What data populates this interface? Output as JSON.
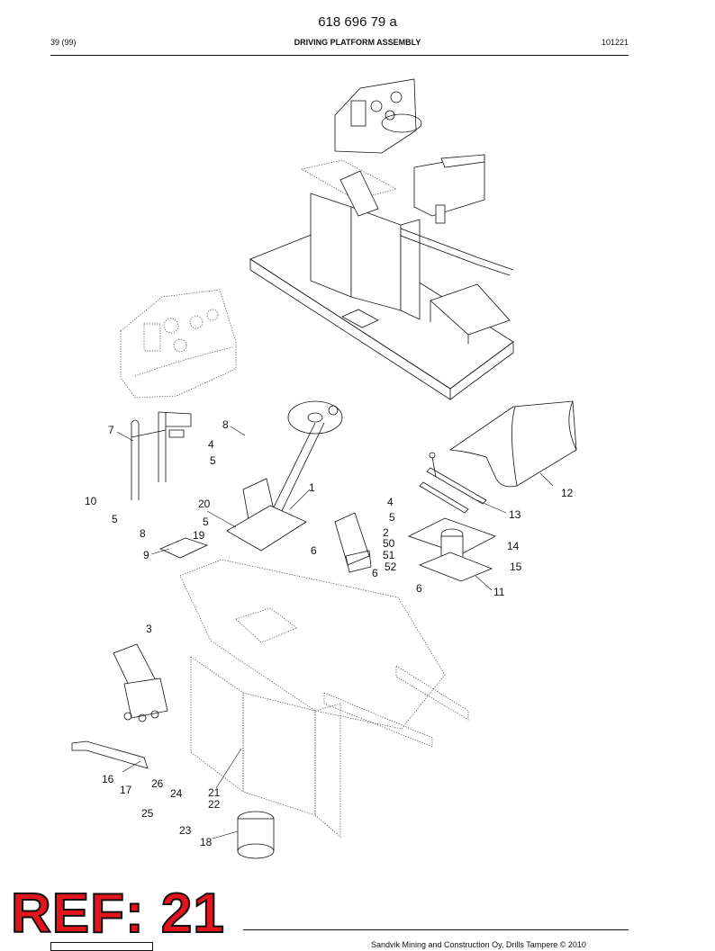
{
  "header": {
    "doc_number": "618 696 79 a",
    "page_count": "39 (99)",
    "title": "DRIVING PLATFORM ASSEMBLY",
    "revision": "101221"
  },
  "footer": {
    "copyright": "Sandvik Mining and Construction Oy, Drills Tampere © 2010"
  },
  "stamp": {
    "text": "REF: 21",
    "color": "#e3141b"
  },
  "callouts": [
    {
      "id": "c7",
      "label": "7"
    },
    {
      "id": "c8a",
      "label": "8"
    },
    {
      "id": "c4a",
      "label": "4"
    },
    {
      "id": "c5a",
      "label": "5"
    },
    {
      "id": "c1",
      "label": "1"
    },
    {
      "id": "c10",
      "label": "10"
    },
    {
      "id": "c5b",
      "label": "5"
    },
    {
      "id": "c20",
      "label": "20"
    },
    {
      "id": "c5c",
      "label": "5"
    },
    {
      "id": "c8b",
      "label": "8"
    },
    {
      "id": "c19",
      "label": "19"
    },
    {
      "id": "c9",
      "label": "9"
    },
    {
      "id": "c4b",
      "label": "4"
    },
    {
      "id": "c5d",
      "label": "5"
    },
    {
      "id": "c2",
      "label": "2"
    },
    {
      "id": "c50",
      "label": "50"
    },
    {
      "id": "c51",
      "label": "51"
    },
    {
      "id": "c52",
      "label": "52"
    },
    {
      "id": "c6a",
      "label": "6"
    },
    {
      "id": "c6b",
      "label": "6"
    },
    {
      "id": "c6c",
      "label": "6"
    },
    {
      "id": "c12",
      "label": "12"
    },
    {
      "id": "c13",
      "label": "13"
    },
    {
      "id": "c14",
      "label": "14"
    },
    {
      "id": "c15",
      "label": "15"
    },
    {
      "id": "c11",
      "label": "11"
    },
    {
      "id": "c3",
      "label": "3"
    },
    {
      "id": "c16",
      "label": "16"
    },
    {
      "id": "c17",
      "label": "17"
    },
    {
      "id": "c26",
      "label": "26"
    },
    {
      "id": "c24",
      "label": "24"
    },
    {
      "id": "c21",
      "label": "21"
    },
    {
      "id": "c22",
      "label": "22"
    },
    {
      "id": "c25",
      "label": "25"
    },
    {
      "id": "c23",
      "label": "23"
    },
    {
      "id": "c18",
      "label": "18"
    }
  ]
}
